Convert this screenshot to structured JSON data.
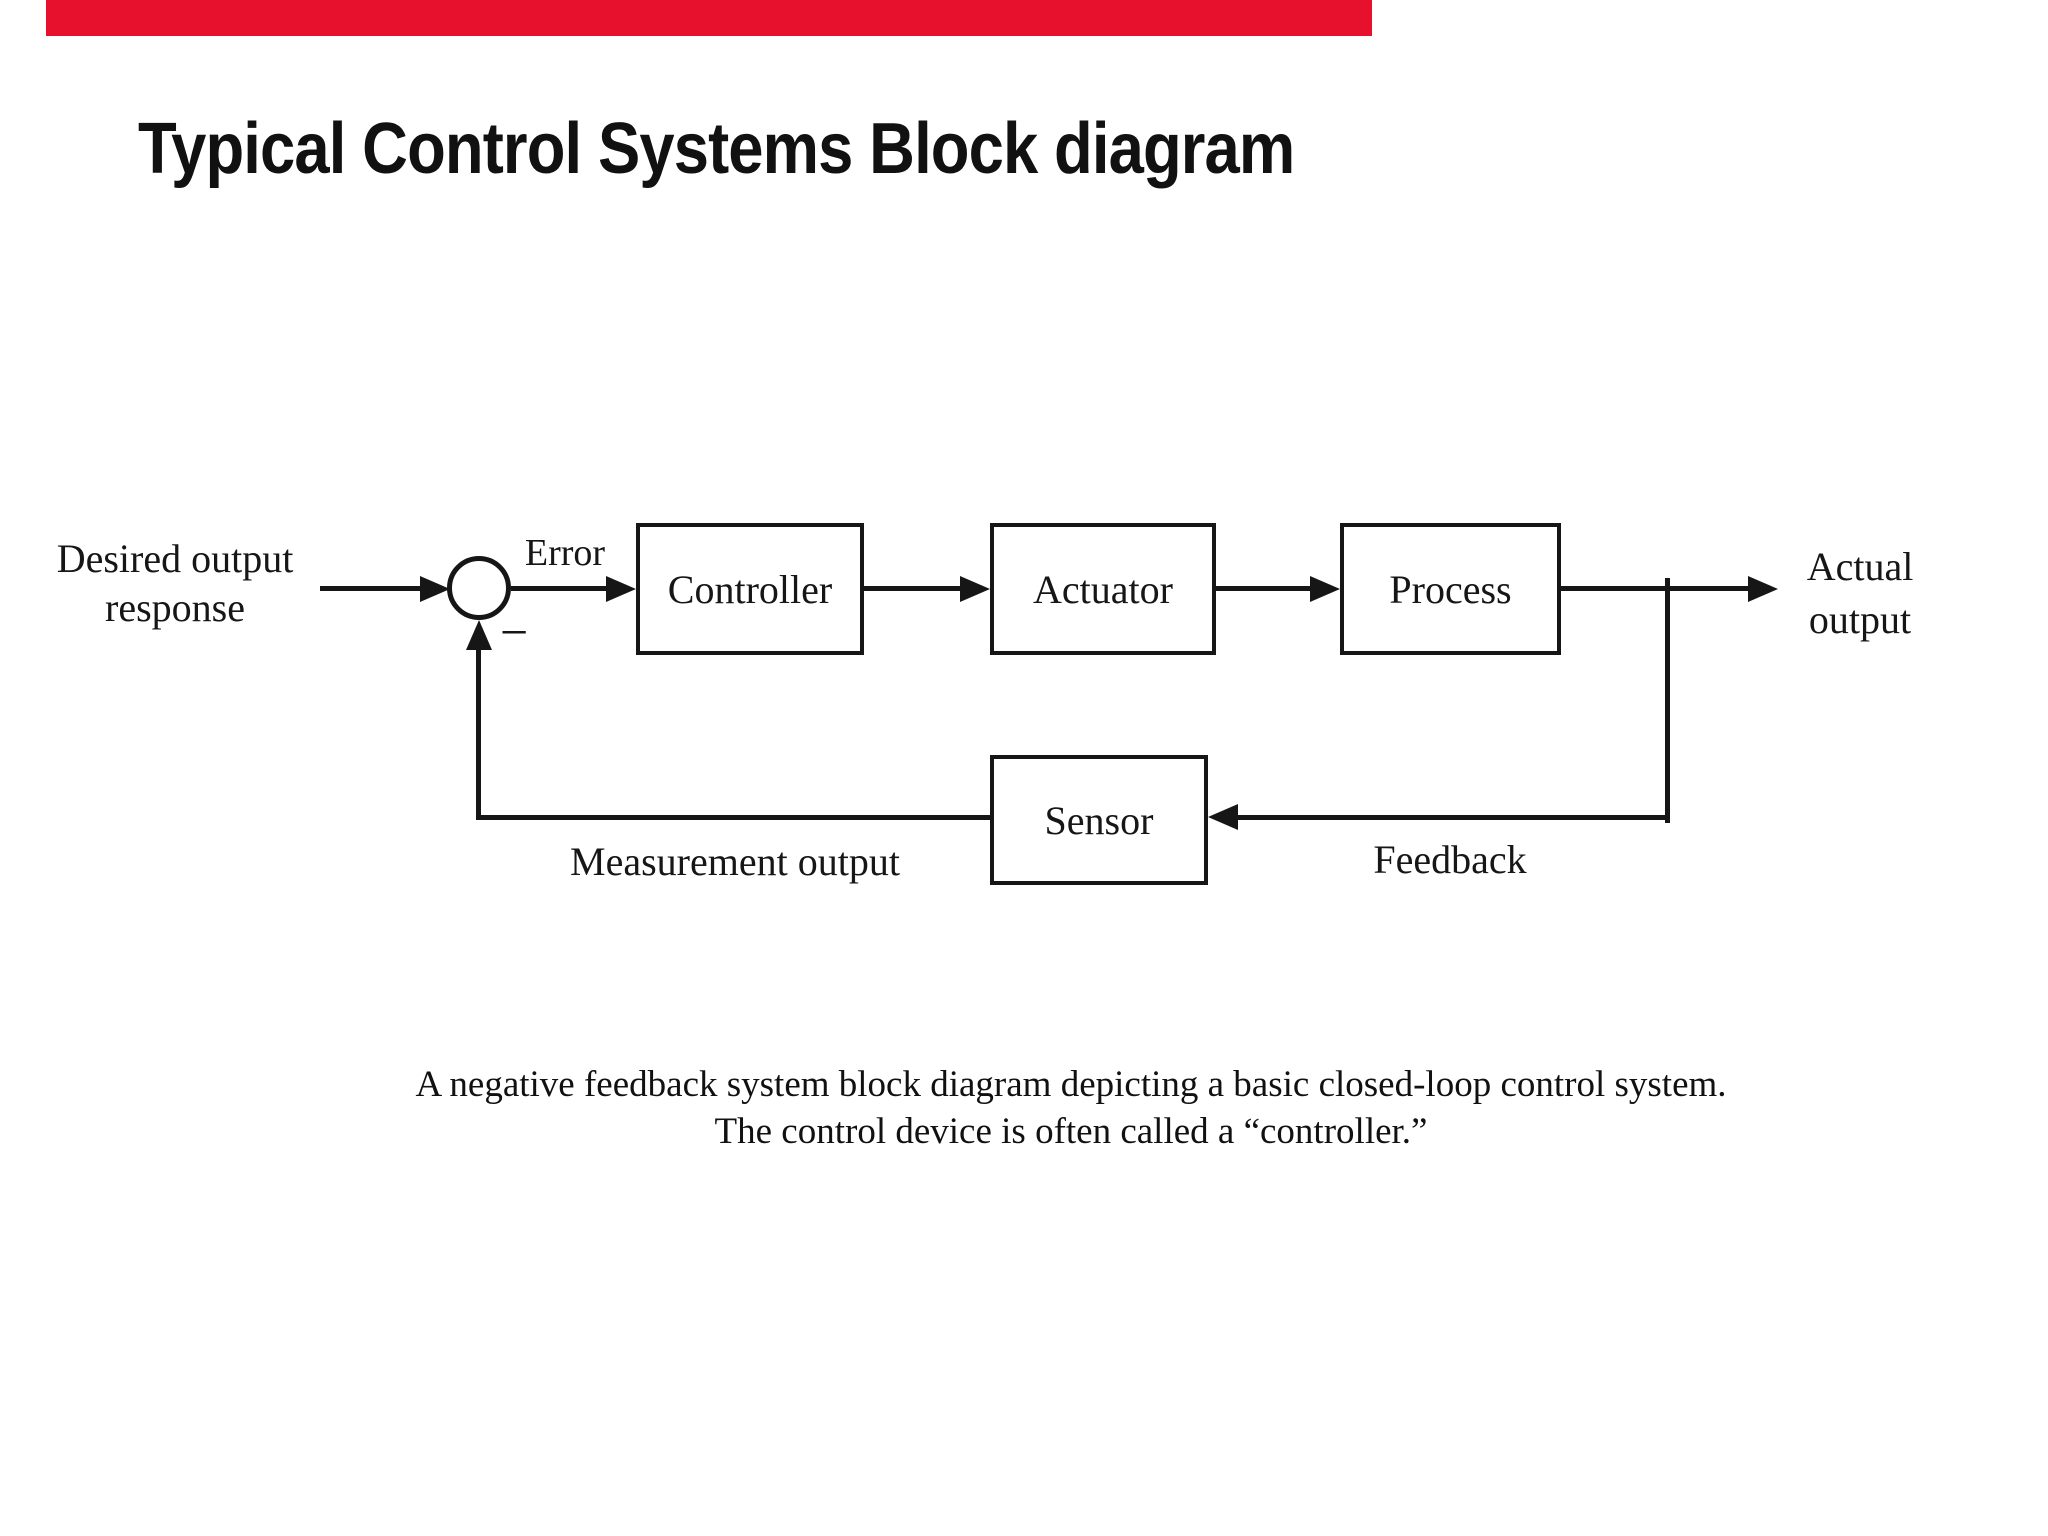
{
  "slide": {
    "top_bar_color": "#e8112d",
    "title": "Typical Control Systems Block diagram"
  },
  "diagram": {
    "line_color": "#161616",
    "input_label_lines": [
      "Desired output",
      "response"
    ],
    "error_label": "Error",
    "minus_sign": "−",
    "blocks": [
      {
        "id": "controller",
        "label": "Controller"
      },
      {
        "id": "actuator",
        "label": "Actuator"
      },
      {
        "id": "process",
        "label": "Process"
      },
      {
        "id": "sensor",
        "label": "Sensor"
      }
    ],
    "output_label_lines": [
      "Actual",
      "output"
    ],
    "measurement_label": "Measurement output",
    "feedback_label": "Feedback"
  },
  "caption": {
    "line1": "A negative feedback system block diagram depicting a basic closed-loop control system.",
    "line2": "The control device is often called a “controller.”"
  }
}
